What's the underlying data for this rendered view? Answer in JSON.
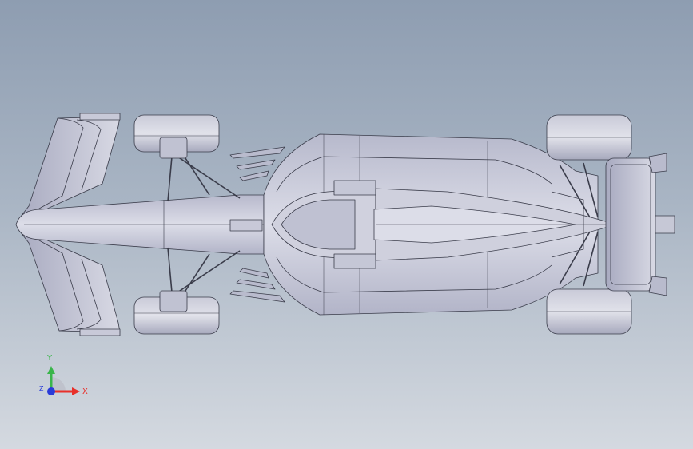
{
  "viewport": {
    "background_top": "#8e9db1",
    "background_bottom": "#d4d9e0"
  },
  "model": {
    "icon": "f1-car-top-view",
    "body_color": "#c6c8d6",
    "shade_color": "#9a9db4",
    "edge_color": "#3a3c4a"
  },
  "triad": {
    "x_label": "X",
    "y_label": "Y",
    "z_label": "Z",
    "x_color": "#e8302a",
    "y_color": "#39b54a",
    "z_color": "#2a3bd8"
  }
}
